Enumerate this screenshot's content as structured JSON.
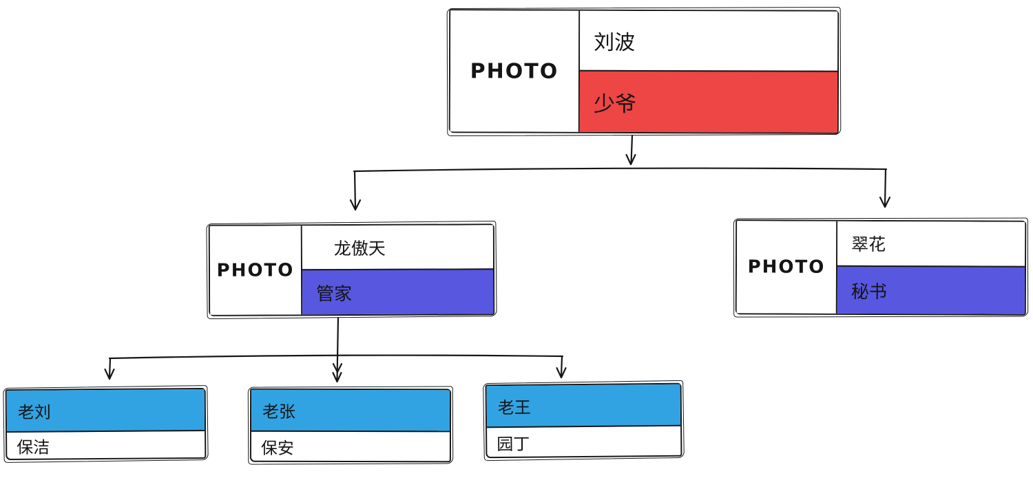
{
  "diagram": {
    "type": "org-chart",
    "background": "#ffffff",
    "line_color": "#161616",
    "photo_label": "PHOTO",
    "nodes": {
      "root": {
        "name": "刘波",
        "title": "少爷",
        "title_color": "#ee4545",
        "has_photo": true
      },
      "butler": {
        "name": "龙傲天",
        "title": "管家",
        "title_color": "#5757e0",
        "has_photo": true
      },
      "secretary": {
        "name": "翠花",
        "title": "秘书",
        "title_color": "#5757e0",
        "has_photo": true
      },
      "cleaner": {
        "name": "老刘",
        "title": "保洁",
        "name_color": "#32a3e2",
        "has_photo": false
      },
      "guard": {
        "name": "老张",
        "title": "保安",
        "name_color": "#32a3e2",
        "has_photo": false
      },
      "gardener": {
        "name": "老王",
        "title": "园丁",
        "name_color": "#32a3e2",
        "has_photo": false
      }
    },
    "edges": [
      {
        "from": "root",
        "to": "butler"
      },
      {
        "from": "root",
        "to": "secretary"
      },
      {
        "from": "butler",
        "to": "cleaner"
      },
      {
        "from": "butler",
        "to": "guard"
      },
      {
        "from": "butler",
        "to": "gardener"
      }
    ]
  }
}
